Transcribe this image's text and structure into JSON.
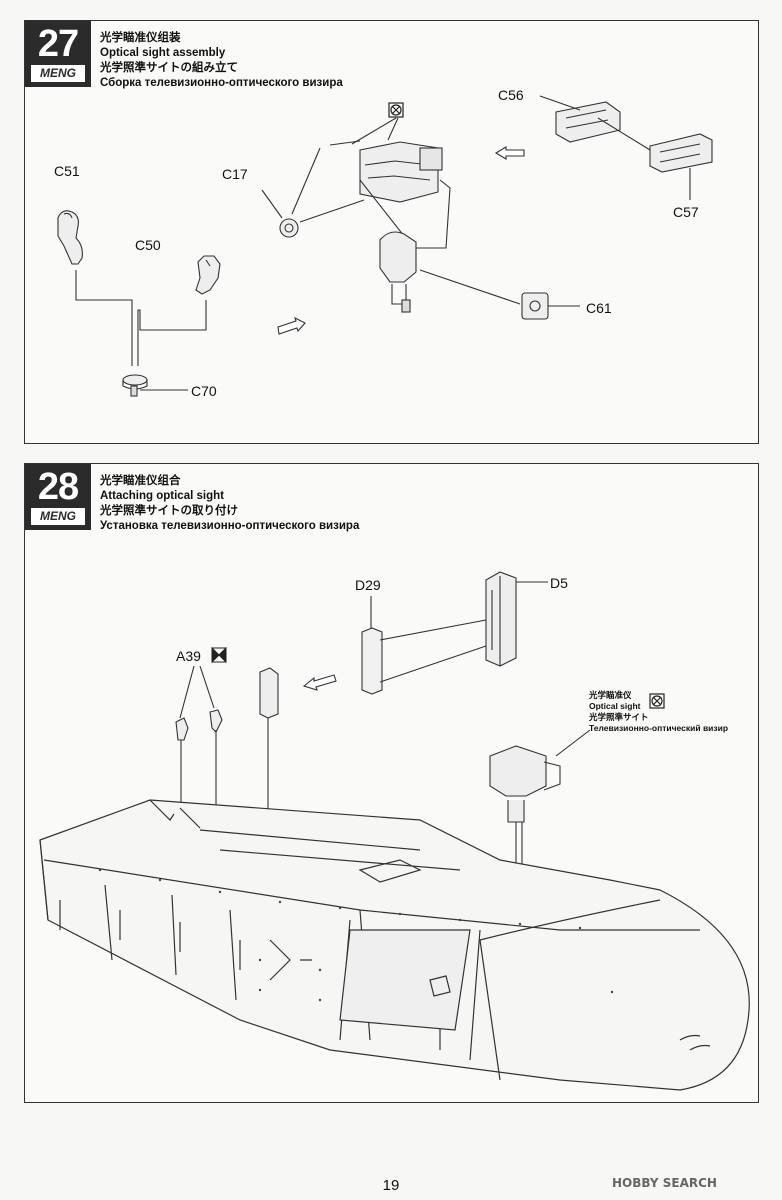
{
  "page_number": "19",
  "watermark": "HOBBY SEARCH",
  "steps": [
    {
      "number": "27",
      "brand": "MENG",
      "title_zh": "光学瞄准仪组装",
      "title_en": "Optical sight assembly",
      "title_ja": "光学照準サイトの組み立て",
      "title_ru": "Сборка телевизионно-оптического визира",
      "labels": [
        "C51",
        "C17",
        "C50",
        "C70",
        "C56",
        "C57",
        "C61"
      ]
    },
    {
      "number": "28",
      "brand": "MENG",
      "title_zh": "光学瞄准仪组合",
      "title_en": "Attaching optical sight",
      "title_ja": "光学照準サイトの取り付け",
      "title_ru": "Установка телевизионно-оптического визира",
      "labels": [
        "D29",
        "D5",
        "A39"
      ],
      "note": {
        "zh": "光学瞄准仪",
        "en": "Optical sight",
        "ja": "光学照準サイト",
        "ru": "Телевизионно-оптический визир"
      }
    }
  ],
  "icons": {
    "no_glue": "no-glue-icon",
    "optional": "optional-part-icon",
    "arrow": "direction-arrow-icon"
  }
}
